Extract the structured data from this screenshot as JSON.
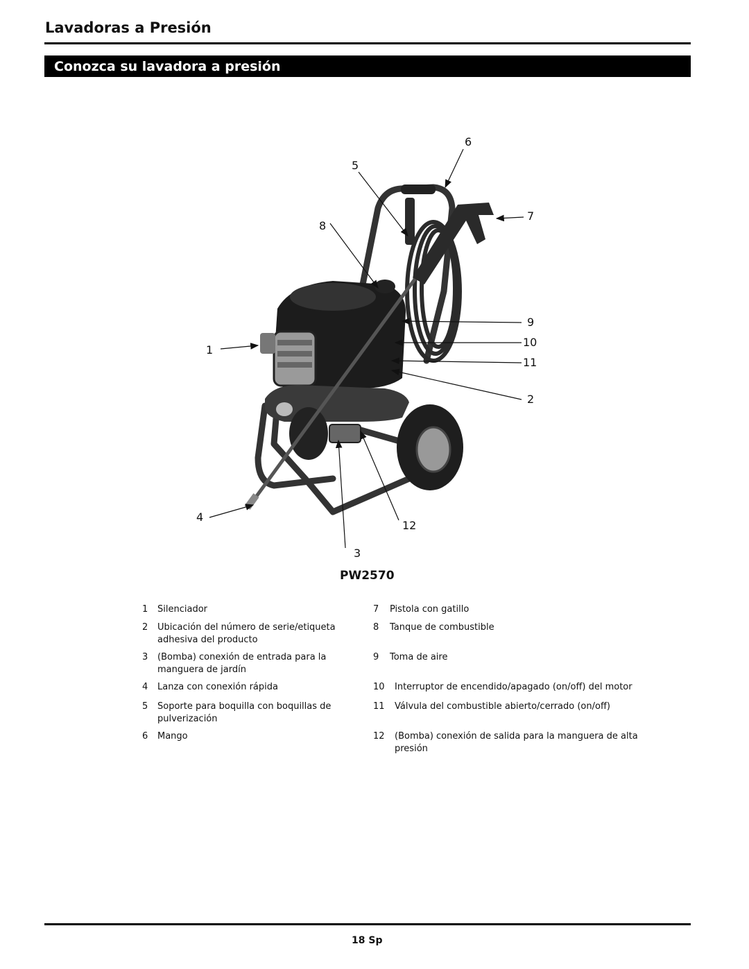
{
  "header": {
    "title": "Lavadoras a Presión",
    "section": "Conozca su lavadora a presión"
  },
  "figure": {
    "callouts": [
      "1",
      "2",
      "3",
      "4",
      "5",
      "6",
      "7",
      "8",
      "9",
      "10",
      "11",
      "12"
    ],
    "model": "PW2570"
  },
  "legend_left": [
    {
      "num": "1",
      "text": "Silenciador"
    },
    {
      "num": "2",
      "text": "Ubicación del número de serie/etiqueta adhesiva del producto"
    },
    {
      "num": "3",
      "text": "(Bomba) conexión de entrada para la manguera de jardín"
    },
    {
      "num": "4",
      "text": "Lanza con conexión rápida"
    },
    {
      "num": "5",
      "text": "Soporte para boquilla con boquillas de pulverización"
    },
    {
      "num": "6",
      "text": "Mango"
    }
  ],
  "legend_right": [
    {
      "num": "7",
      "text": "Pistola con gatillo"
    },
    {
      "num": "8",
      "text": "Tanque de combustible"
    },
    {
      "num": "9",
      "text": "Toma de aire"
    },
    {
      "num": "10",
      "text": "Interruptor de encendido/apagado (on/off) del motor"
    },
    {
      "num": "11",
      "text": "Válvula del combustible abierto/cerrado (on/off)"
    },
    {
      "num": "12",
      "text": "(Bomba) conexión de salida para la manguera de alta presión"
    }
  ],
  "footer": {
    "page": "18 Sp"
  }
}
